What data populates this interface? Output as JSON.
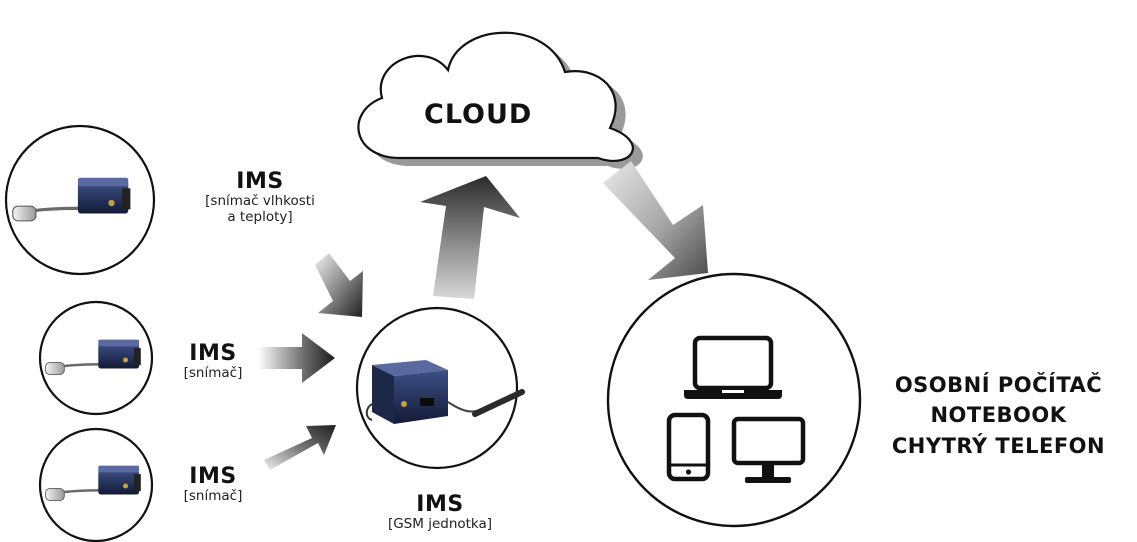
{
  "cloud": {
    "label": "CLOUD"
  },
  "sensor_large": {
    "title": "IMS",
    "subtitle_line1": "[snímač vlhkosti",
    "subtitle_line2": "a teploty]"
  },
  "sensor_mid": {
    "title": "IMS",
    "subtitle": "[snímač]"
  },
  "sensor_bottom": {
    "title": "IMS",
    "subtitle": "[snímač]"
  },
  "gsm_unit": {
    "title": "IMS",
    "subtitle": "[GSM jednotka]"
  },
  "devices": {
    "line1": "OSOBNÍ POČÍTAČ",
    "line2": "NOTEBOOK",
    "line3": "CHYTRÝ TELEFON"
  },
  "colors": {
    "outline": "#111111",
    "arrow_dark": "#333333",
    "arrow_light": "#cfcfcf",
    "cloud_shadow": "#9a9a9a"
  }
}
